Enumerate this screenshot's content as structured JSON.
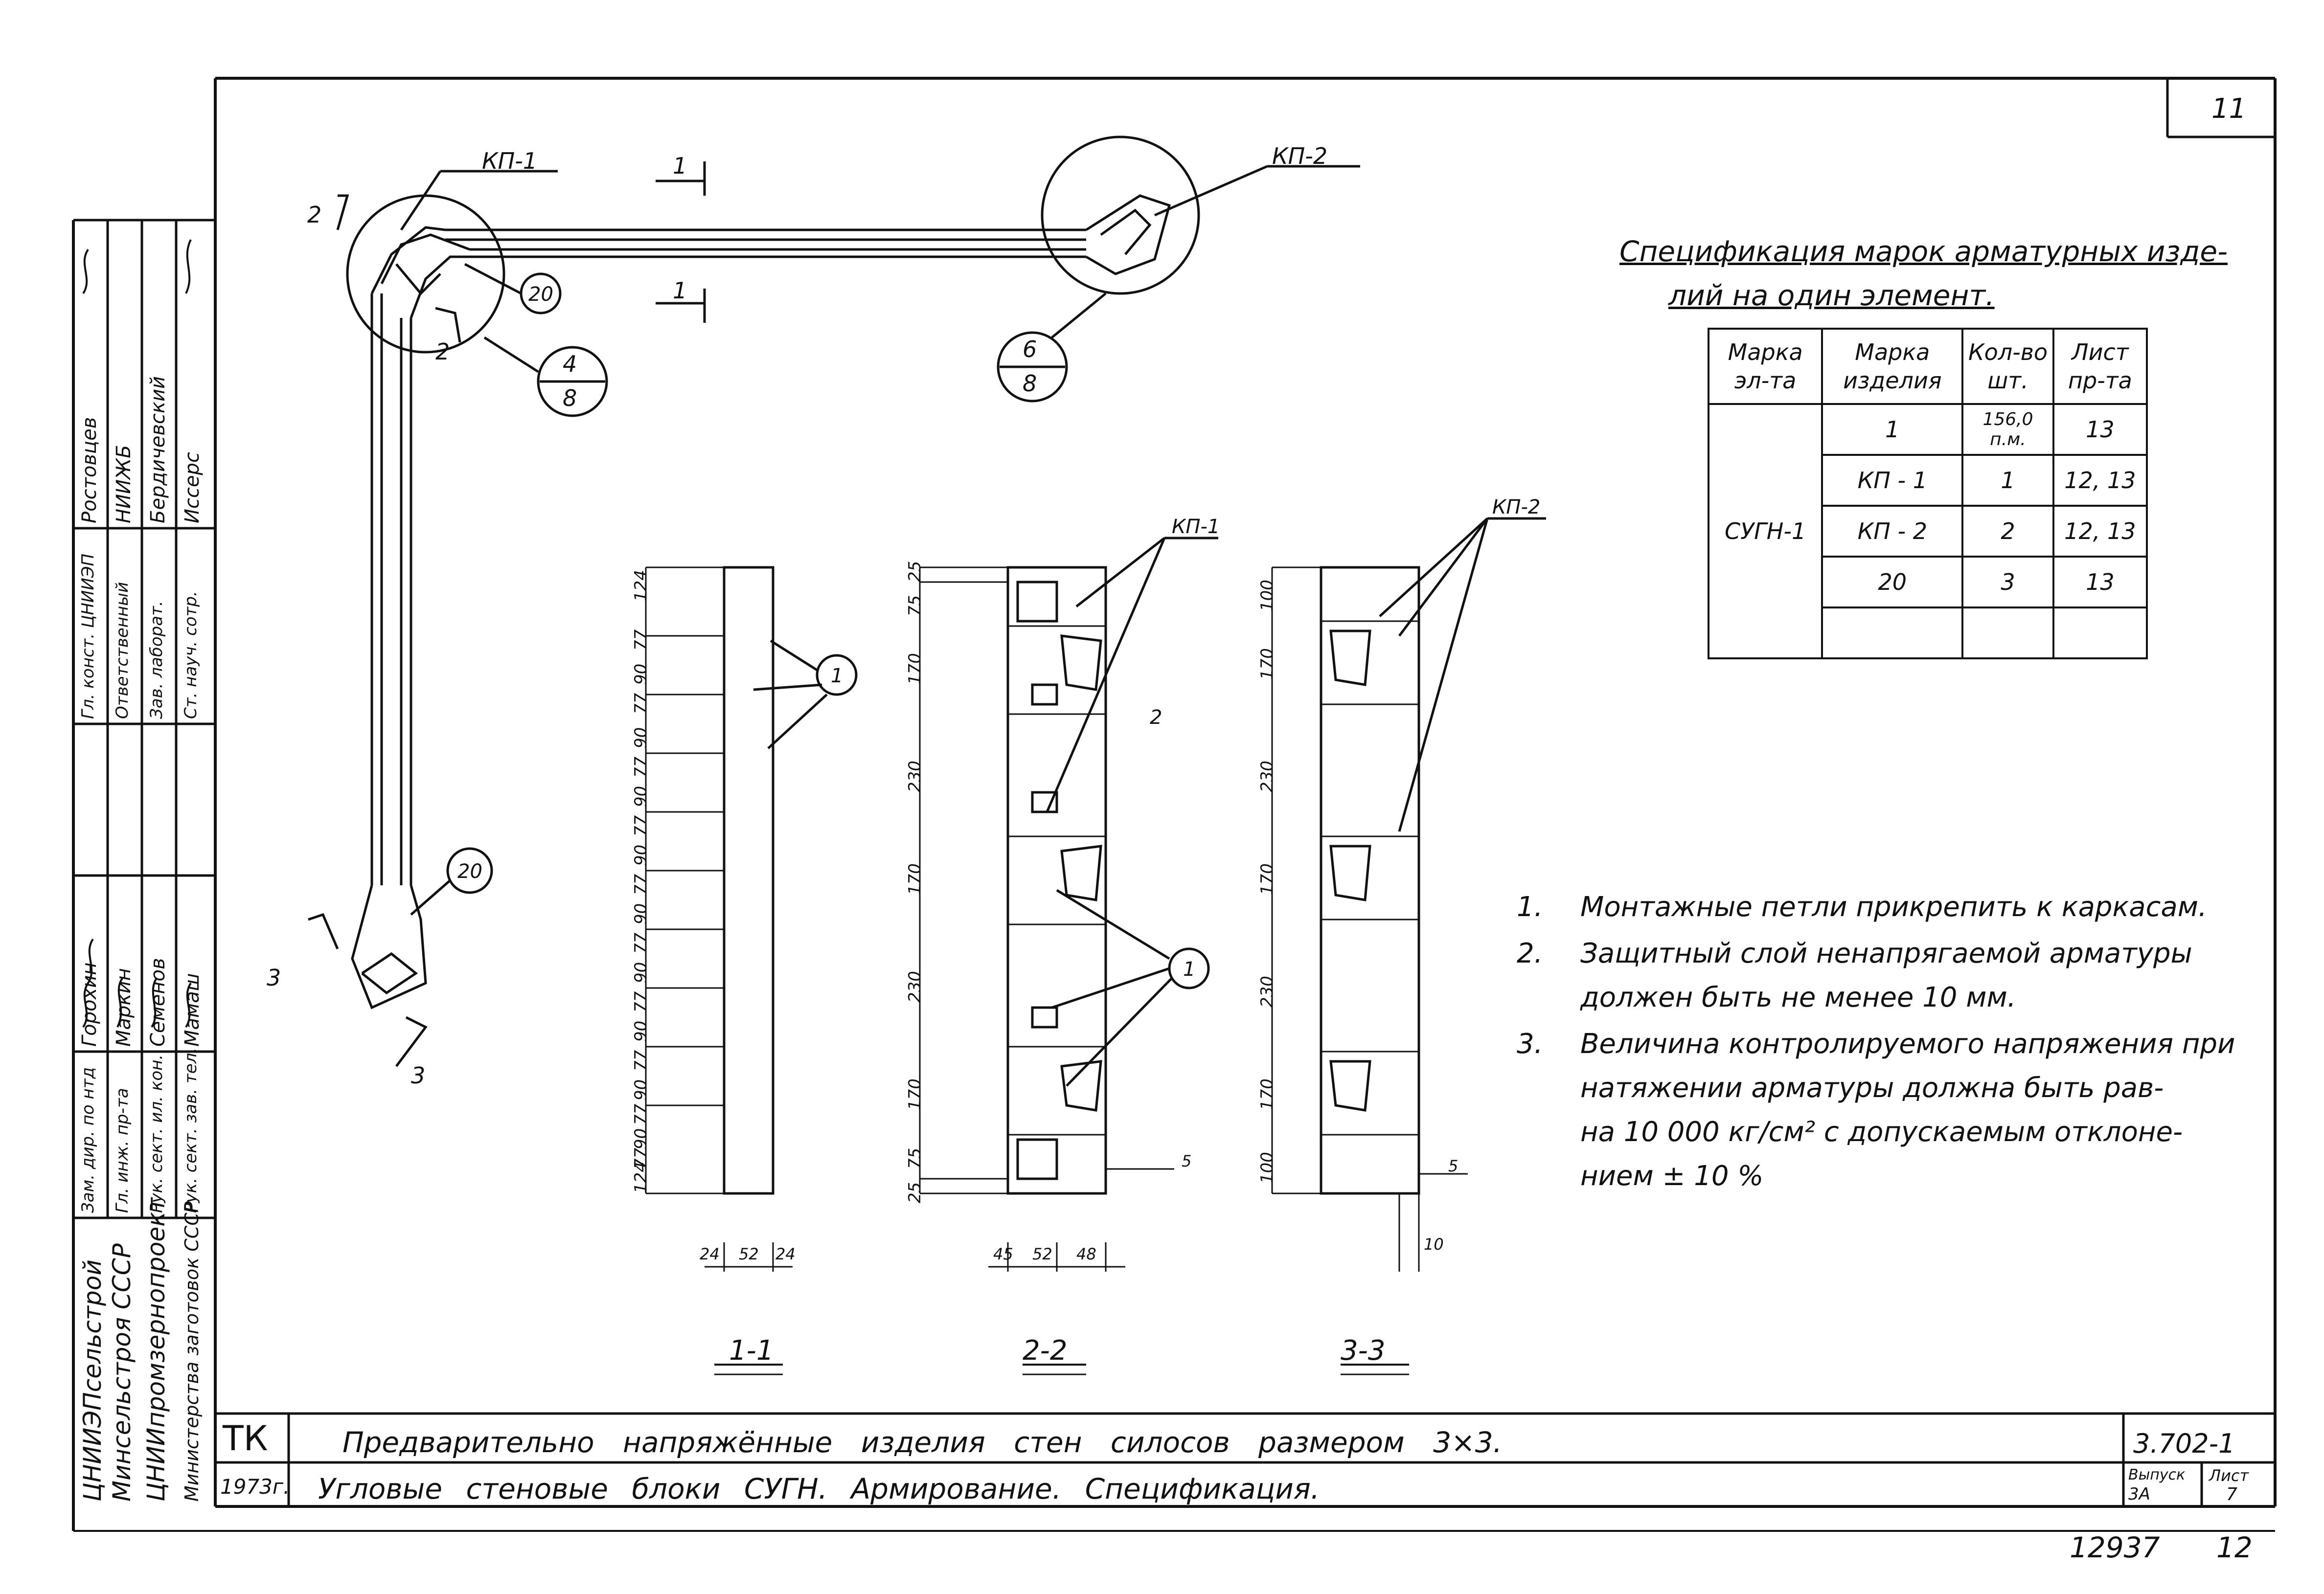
{
  "sheet_number_top": "11",
  "spec": {
    "title_line1": "Спецификация марок арматурных изде-",
    "title_line2": "лий на один элемент.",
    "headers": [
      "Марка эл-та",
      "Марка изделия",
      "Кол-во шт.",
      "Лист пр-та"
    ],
    "element_mark": "СУГН-1",
    "rows": [
      {
        "item": "1",
        "qty": "156,0 п.м.",
        "sheet": "13"
      },
      {
        "item": "КП - 1",
        "qty": "1",
        "sheet": "12, 13"
      },
      {
        "item": "КП - 2",
        "qty": "2",
        "sheet": "12, 13"
      },
      {
        "item": "20",
        "qty": "3",
        "sheet": "13"
      }
    ]
  },
  "notes": [
    {
      "n": "1.",
      "lines": [
        "Монтажные петли прикрепить к каркасам."
      ]
    },
    {
      "n": "2.",
      "lines": [
        "Защитный слой ненапрягаемой арматуры",
        "должен быть не менее 10 мм."
      ]
    },
    {
      "n": "3.",
      "lines": [
        "Величина контролируемого напряжения при",
        "натяжении арматуры должна быть рав-",
        "на 10 000 кг/см² с допускаемым отклоне-",
        "нием ± 10 %"
      ]
    }
  ],
  "plan": {
    "kp1": "КП-1",
    "kp2": "КП-2",
    "section1": "1",
    "section2": "2",
    "section3": "3",
    "item20": "20",
    "detail_4_8_num": "4",
    "detail_4_8_den": "8",
    "detail_6_8_num": "6",
    "detail_6_8_den": "8"
  },
  "sections": {
    "s11": {
      "caption": "1-1",
      "item": "1",
      "dims": [
        "124",
        "77",
        "90",
        "77",
        "90",
        "77",
        "90",
        "77",
        "90",
        "77",
        "90",
        "77",
        "90",
        "77",
        "90",
        "77",
        "90",
        "77",
        "90",
        "77",
        "124"
      ],
      "bottom": [
        "24",
        "52",
        "24"
      ]
    },
    "s22": {
      "caption": "2-2",
      "label_kp1": "КП-1",
      "item": "1",
      "item2": "2",
      "dims": [
        "25",
        "75",
        "170",
        "230",
        "170",
        "230",
        "170",
        "75",
        "25"
      ],
      "bottom": [
        "45",
        "52",
        "48"
      ],
      "right": "5"
    },
    "s33": {
      "caption": "3-3",
      "label_kp2": "КП-2",
      "dims": [
        "100",
        "170",
        "230",
        "170",
        "230",
        "170",
        "100"
      ],
      "right": "5",
      "bottom": "10"
    }
  },
  "title_block": {
    "mark": "ТК",
    "line1": "Предварительно напряжённые изделия стен силосов размером 3×3.",
    "year": "1973г.",
    "line2": "Угловые стеновые блоки СУГН. Армирование. Спецификация.",
    "code": "3.702-1",
    "issue_label": "Выпуск",
    "issue": "3А",
    "sheet_label": "Лист",
    "sheet": "7",
    "footer_left": "12937",
    "footer_right": "12"
  },
  "side_stamp": {
    "org": [
      "ЦНИИЭПсельстрой",
      "Минсельстроя СССР",
      "ЦНИИпромзернопроект",
      "Министерства заготовок СССР"
    ],
    "roles": [
      "Зам. дир. по нтд",
      "Гл. инж. пр-та",
      "Рук. сект. ил. кон.",
      "Рук. сект. зав. тел."
    ],
    "names": [
      "Горохин",
      "Маркин",
      "Семенов",
      "Мамаш"
    ],
    "roles2": [
      "Гл. конст. ЦНИИЭП",
      "Ответственный",
      "Зав. лаборат.",
      "Ст. науч. сотр."
    ],
    "names2": [
      "Ростовцев",
      "НИИЖБ",
      "Бердичевский",
      "Иссерс"
    ]
  }
}
